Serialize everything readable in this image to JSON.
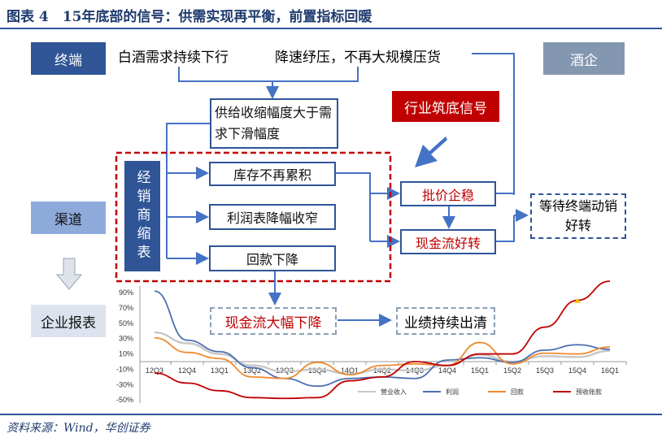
{
  "title": "图表 4　15年底部的信号：供需实现再平衡，前置指标回暖",
  "labels": {
    "terminal": "终端",
    "winery": "酒企",
    "channel": "渠道",
    "report": "企业报表"
  },
  "terminal_text_1": "白酒需求持续下行",
  "terminal_text_2": "降速纾压，不再大规模压货",
  "supply_box": "供给收缩幅度大于需求下滑幅度",
  "signal": "行业筑底信号",
  "dealer": "经销商缩表",
  "dealer_items": [
    "库存不再累积",
    "利润表降幅收窄",
    "回款下降"
  ],
  "price": "批价企稳",
  "cashflow_good": "现金流好转",
  "wait": "等待终端动销好转",
  "cash_drop": "现金流大幅下降",
  "clearing": "业绩持续出清",
  "source": "资料来源：Wind，华创证券",
  "colors": {
    "dark_blue": "#2f5597",
    "red": "#c00000",
    "grey_box": "#8497b0",
    "light_blue": "#8eaadb"
  },
  "chart_data": {
    "type": "line",
    "categories": [
      "12Q3",
      "12Q4",
      "13Q1",
      "13Q2",
      "13Q3",
      "13Q4",
      "14Q1",
      "14Q2",
      "14Q3",
      "14Q4",
      "15Q1",
      "15Q2",
      "15Q3",
      "15Q4",
      "16Q1"
    ],
    "yticks": [
      "90%",
      "70%",
      "50%",
      "30%",
      "10%",
      "-10%",
      "-30%",
      "-50%"
    ],
    "ylim": [
      -50,
      90
    ],
    "series": [
      {
        "name": "营业收入",
        "color": "#c8c8c8",
        "values": [
          38,
          24,
          10,
          -5,
          -13,
          -10,
          -16,
          -10,
          -12,
          -5,
          9,
          0,
          7,
          6,
          14
        ]
      },
      {
        "name": "利润",
        "color": "#4a6fb0",
        "values": [
          92,
          28,
          13,
          -8,
          -22,
          -32,
          -22,
          -20,
          -22,
          2,
          5,
          -1,
          15,
          22,
          16
        ]
      },
      {
        "name": "回款",
        "color": "#f08a30",
        "values": [
          31,
          12,
          4,
          -20,
          -22,
          -1,
          -17,
          -5,
          -3,
          -5,
          25,
          -3,
          11,
          10,
          19
        ]
      },
      {
        "name": "预收账款",
        "color": "#c00000",
        "values": [
          -15,
          -28,
          -38,
          -47,
          -48,
          -47,
          -25,
          -20,
          0,
          -5,
          10,
          10,
          45,
          80,
          105
        ]
      }
    ]
  }
}
